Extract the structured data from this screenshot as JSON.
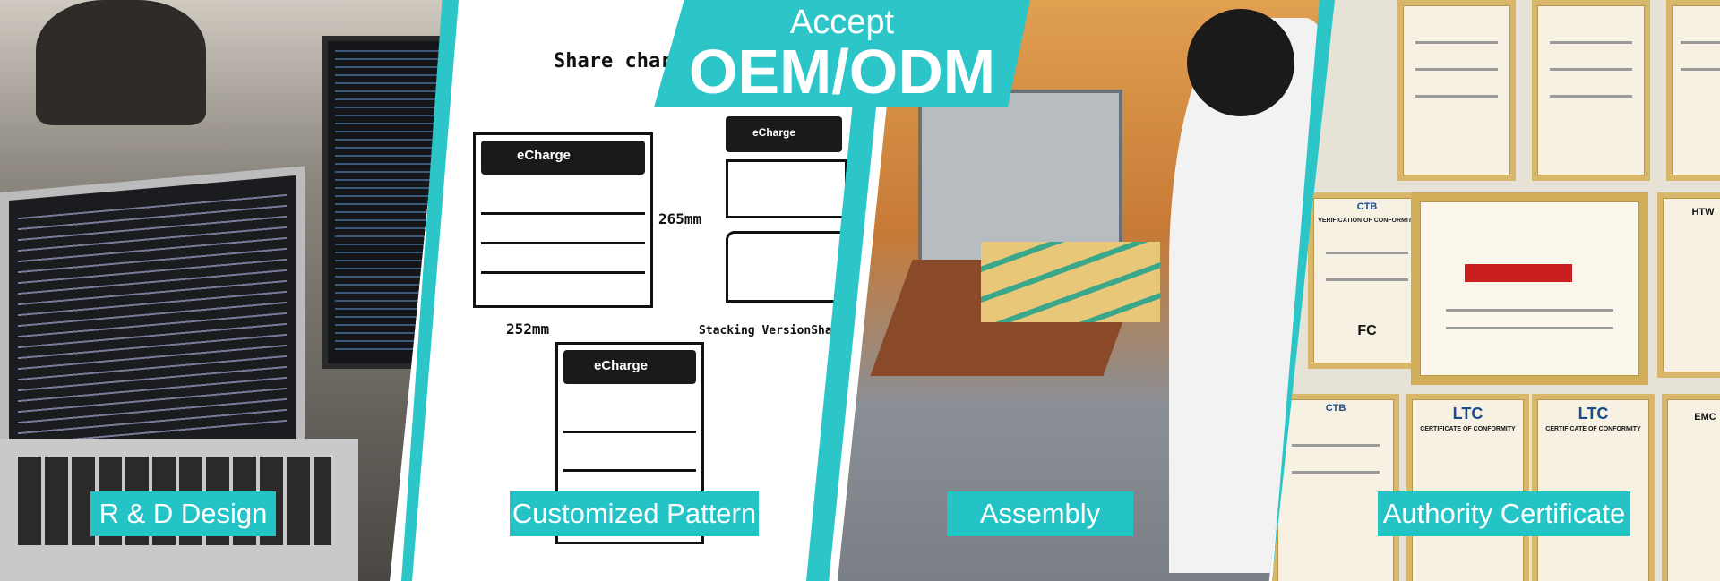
{
  "banner": {
    "title_top": "Accept",
    "title_main": "OEM/ODM",
    "accent_color": "#2cc5c8"
  },
  "panels": {
    "rd": {
      "caption": "R & D Design"
    },
    "pattern": {
      "caption": "Customized Pattern",
      "sketch_title": "Share charge",
      "brand": "eCharge",
      "dim_height": "265mm",
      "dim_width": "252mm",
      "stacking_label": "Stacking VersionShared"
    },
    "assembly": {
      "caption": "Assembly"
    },
    "certificate": {
      "caption": "Authority Certificate",
      "ctb_label": "CTB",
      "ltc_label": "LTC",
      "htw_label": "HTW",
      "fc_label": "FC",
      "conformity_label": "CERTIFICATE OF CONFORMITY",
      "verification_label": "VERIFICATION OF CONFORMITY",
      "emc_label": "EMC"
    }
  }
}
